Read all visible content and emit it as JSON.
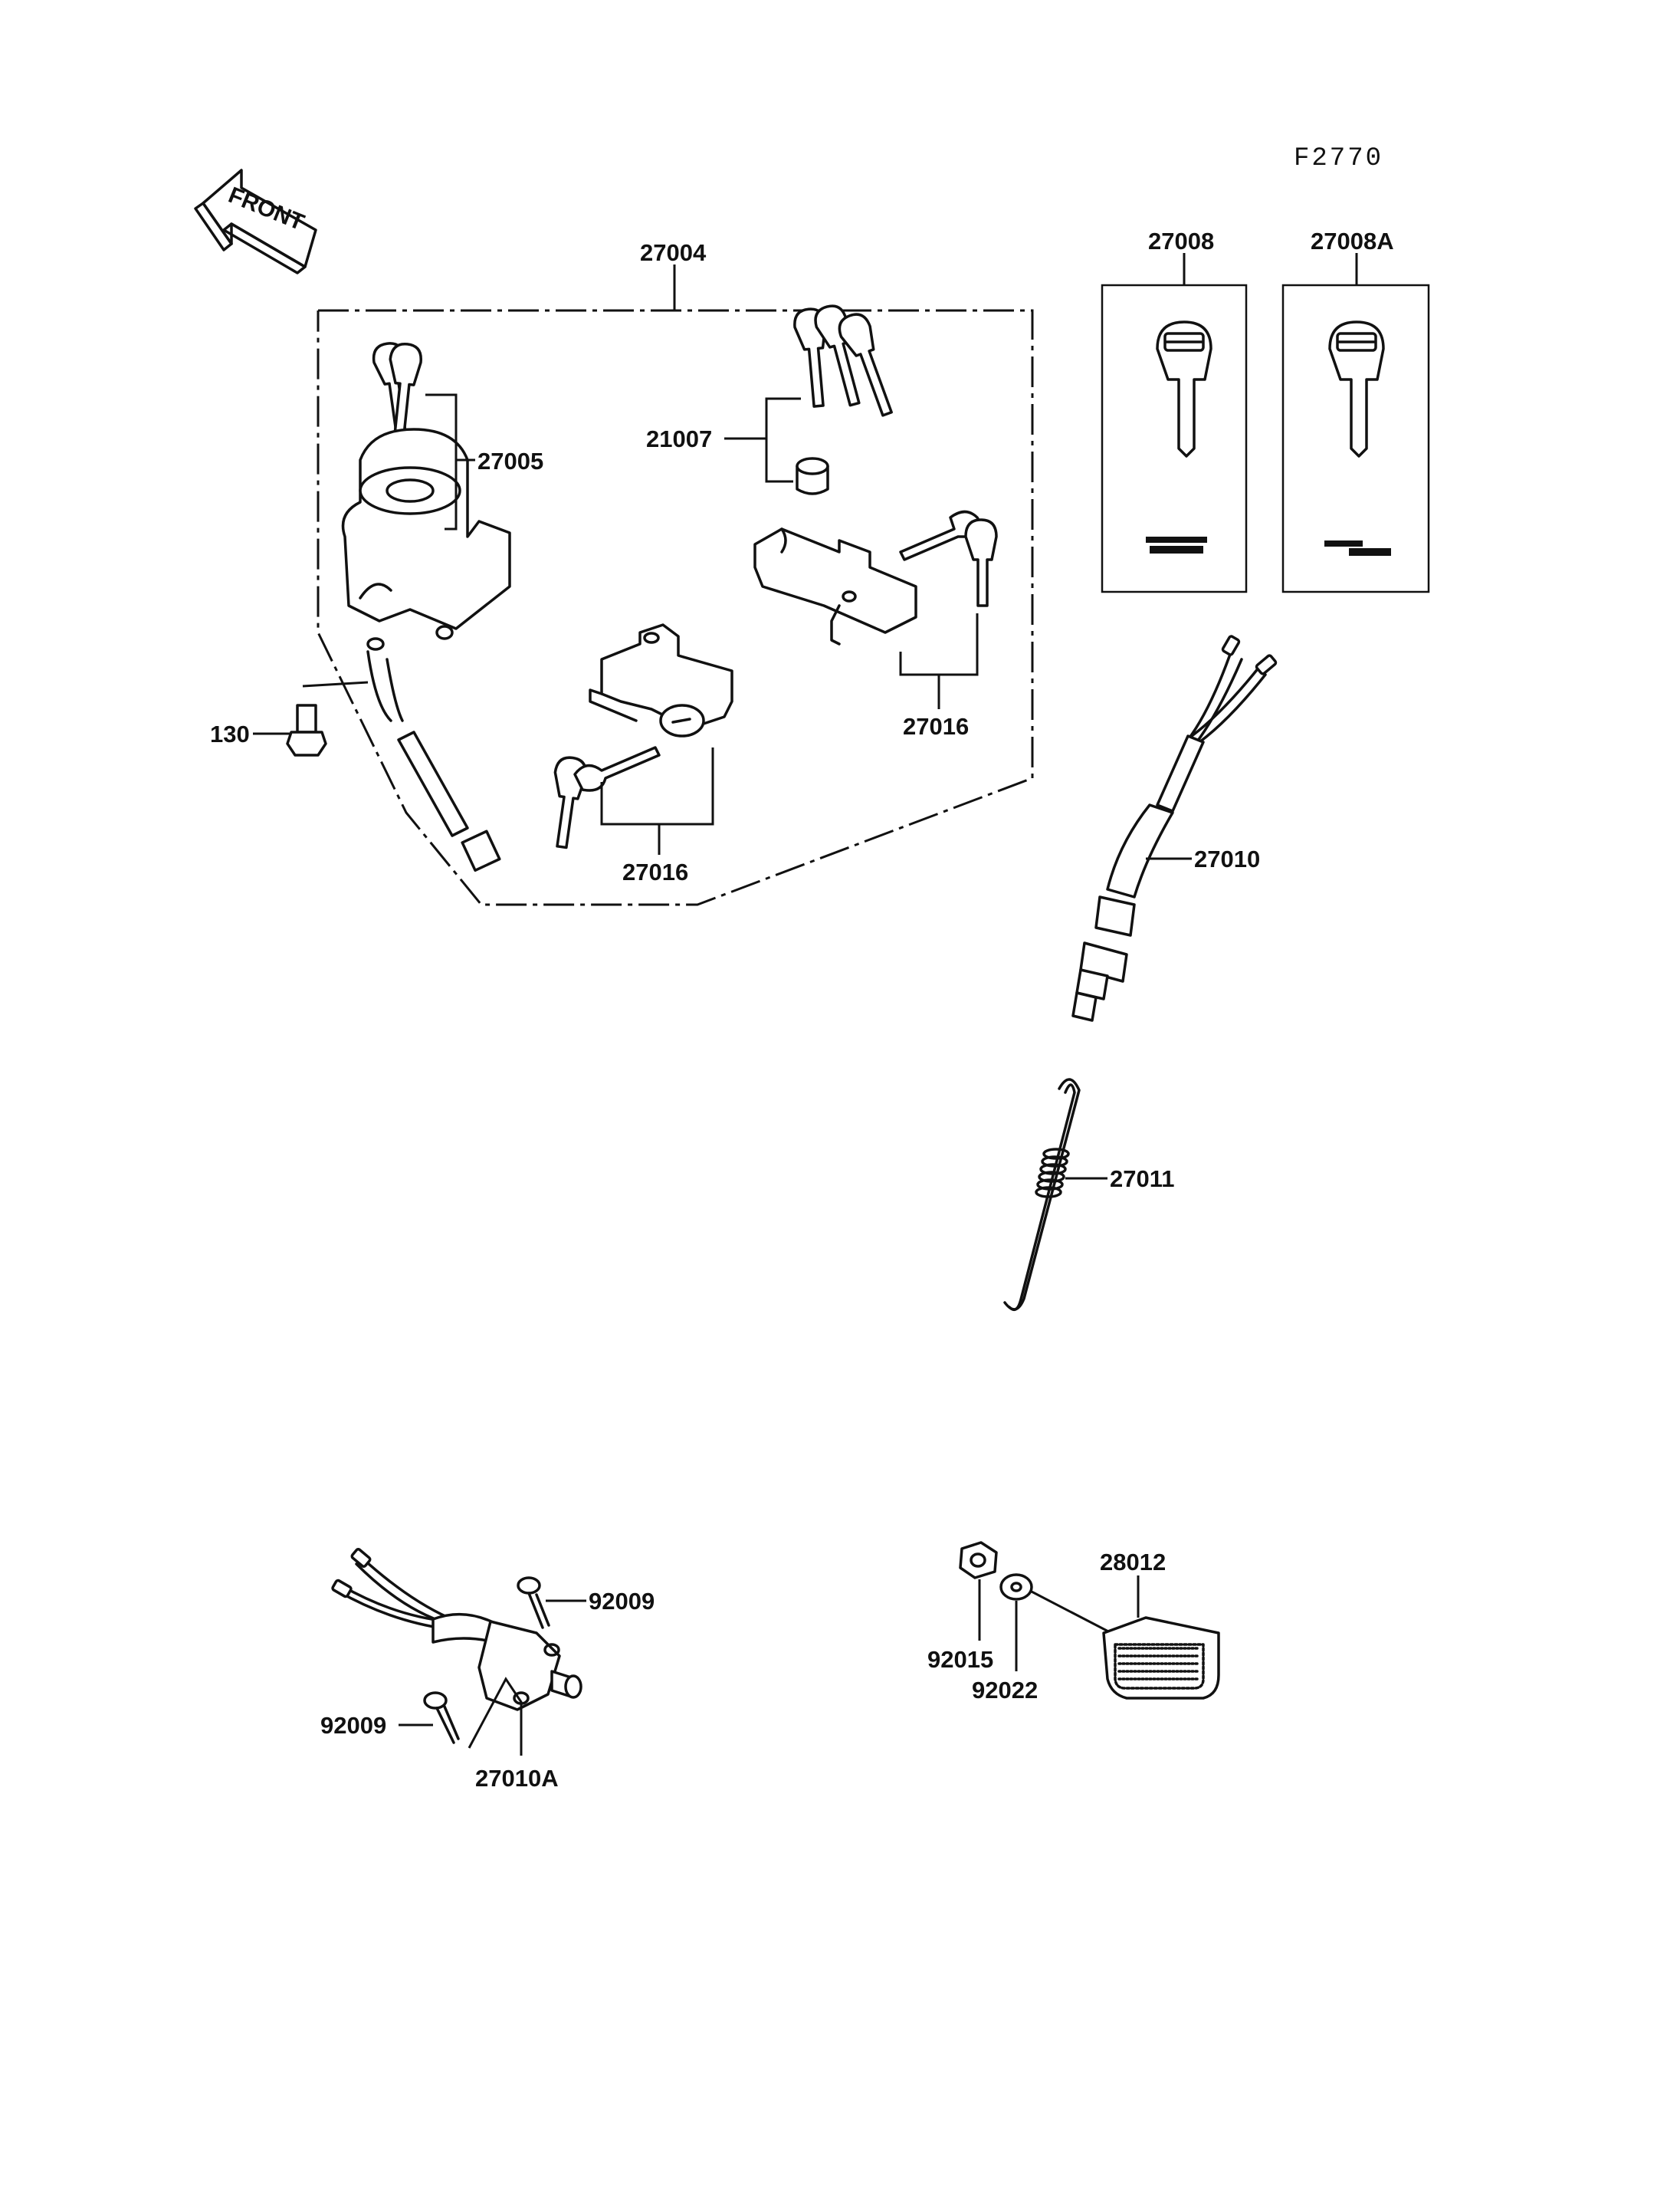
{
  "diagram": {
    "code": "F2770",
    "front_arrow": "FRONT",
    "callouts": {
      "c27004": "27004",
      "c27005": "27005",
      "c21007": "21007",
      "c27016a": "27016",
      "c27016b": "27016",
      "c130": "130",
      "c27008": "27008",
      "c27008A": "27008A",
      "c27010": "27010",
      "c27011": "27011",
      "c92009a": "92009",
      "c92009b": "92009",
      "c27010A": "27010A",
      "c28012": "28012",
      "c92015": "92015",
      "c92022": "92022"
    }
  }
}
